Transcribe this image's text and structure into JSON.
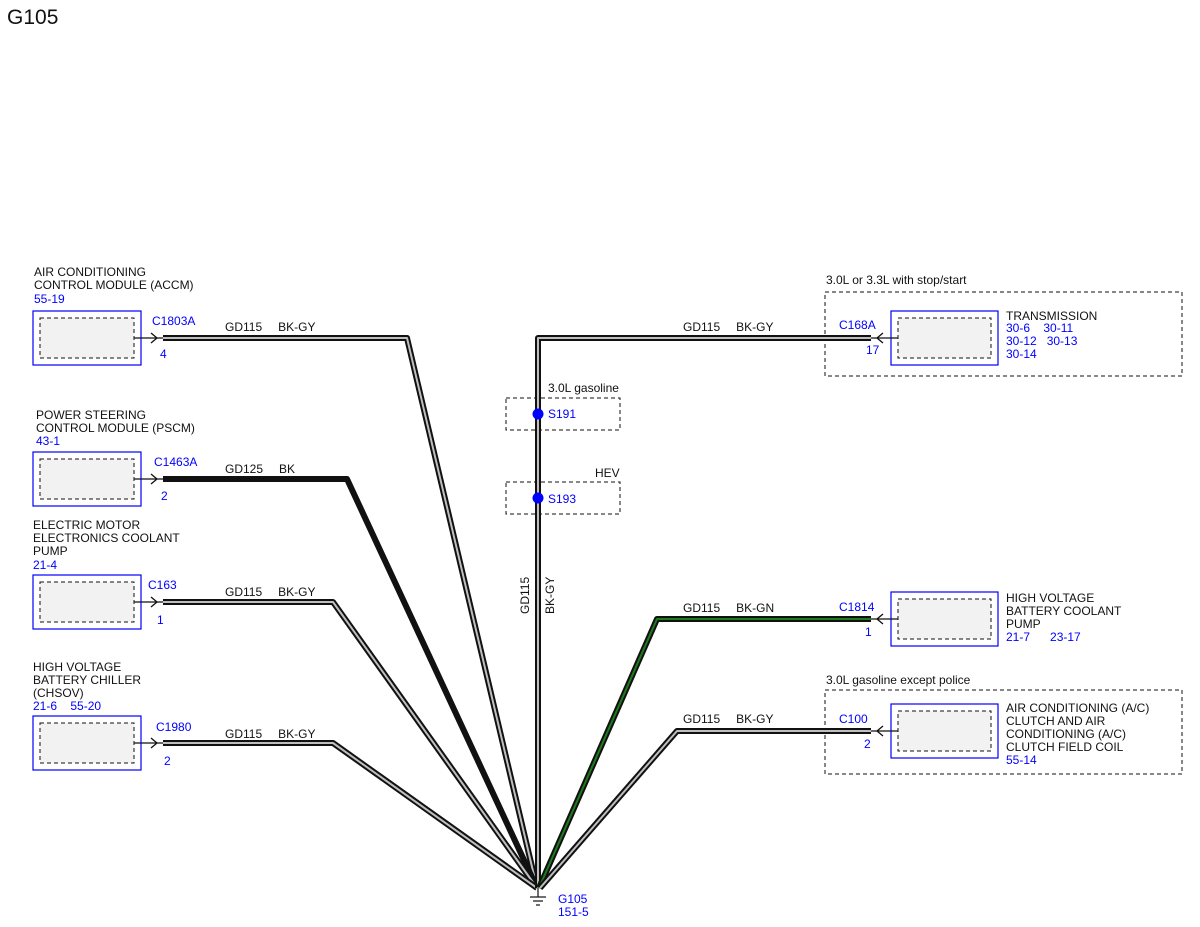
{
  "title": "G105",
  "components": {
    "accm": {
      "label": "AIR CONDITIONING\nCONTROL MODULE (ACCM)",
      "ref": "55-19",
      "connector": "C1803A",
      "pin": "4"
    },
    "pscm": {
      "label": "POWER STEERING\nCONTROL MODULE (PSCM)",
      "ref": "43-1",
      "connector": "C1463A",
      "pin": "2"
    },
    "emecp": {
      "label": "ELECTRIC MOTOR\nELECTRONICS COOLANT\nPUMP",
      "ref": "21-4",
      "connector": "C163",
      "pin": "1"
    },
    "chsov": {
      "label": "HIGH VOLTAGE\nBATTERY CHILLER\n(CHSOV)",
      "ref": "21-6    55-20",
      "connector": "C1980",
      "pin": "2"
    },
    "transmission": {
      "label": "TRANSMISSION",
      "ref": "30-6    30-11\n30-12   30-13\n30-14",
      "connector": "C168A",
      "pin": "17"
    },
    "hvbcp": {
      "label": "HIGH VOLTAGE\nBATTERY COOLANT\nPUMP",
      "ref": "21-7      23-17",
      "connector": "C1814",
      "pin": "1"
    },
    "ac_clutch": {
      "label": "AIR CONDITIONING (A/C)\nCLUTCH AND AIR\nCONDITIONING (A/C)\nCLUTCH FIELD COIL",
      "ref": "55-14",
      "connector": "C100",
      "pin": "2"
    }
  },
  "wires": {
    "accm": {
      "circuit": "GD115",
      "color": "BK-GY"
    },
    "pscm": {
      "circuit": "GD125",
      "color": "BK"
    },
    "emecp": {
      "circuit": "GD115",
      "color": "BK-GY"
    },
    "chsov": {
      "circuit": "GD115",
      "color": "BK-GY"
    },
    "transmission": {
      "circuit": "GD115",
      "color": "BK-GY"
    },
    "hvbcp": {
      "circuit": "GD115",
      "color": "BK-GN"
    },
    "ac_clutch": {
      "circuit": "GD115",
      "color": "BK-GY"
    },
    "trunk": {
      "circuit": "GD115",
      "color": "BK-GY"
    }
  },
  "conditions": {
    "transmission": "3.0L or 3.3L with stop/start",
    "s191": "3.0L gasoline",
    "s193": "HEV",
    "ac_clutch": "3.0L gasoline except police"
  },
  "splices": {
    "s191": "S191",
    "s193": "S193"
  },
  "ground": {
    "id": "G105",
    "ref": "151-5"
  },
  "colors": {
    "reference_blue": "#0000ff",
    "wire_black": "#111111",
    "wire_gray": "#bfbfbf",
    "wire_green": "#1e7a1e",
    "splice_blue": "#0000ff"
  }
}
